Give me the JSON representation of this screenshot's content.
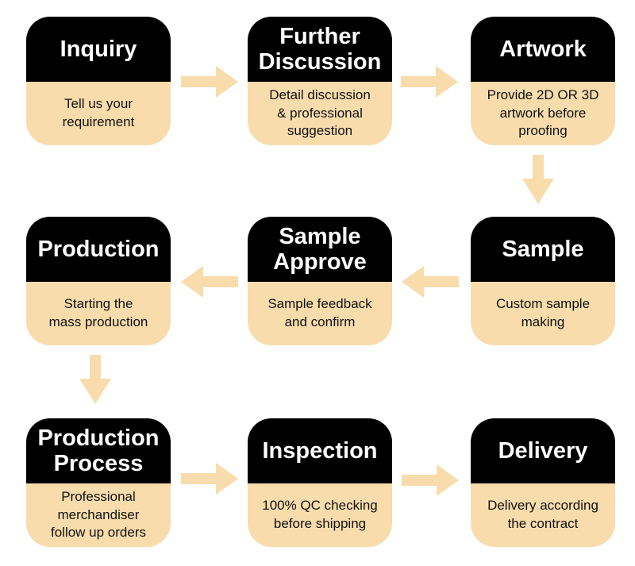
{
  "colors": {
    "card_top": "#000000",
    "card_bottom": "#f8dcac",
    "arrow": "#f8dcac",
    "title_text": "#ffffff",
    "body_text": "#111111",
    "background": "#ffffff"
  },
  "cards": [
    {
      "id": "inquiry",
      "title": "Inquiry",
      "description": "Tell us your\nrequirement"
    },
    {
      "id": "further-discussion",
      "title": "Further\nDiscussion",
      "description": "Detail discussion\n& professional\nsuggestion"
    },
    {
      "id": "artwork",
      "title": "Artwork",
      "description": "Provide 2D OR 3D\nartwork before\nproofing"
    },
    {
      "id": "production",
      "title": "Production",
      "description": "Starting the\nmass production"
    },
    {
      "id": "sample-approve",
      "title": "Sample\nApprove",
      "description": "Sample feedback\nand confirm"
    },
    {
      "id": "sample",
      "title": "Sample",
      "description": "Custom sample\nmaking"
    },
    {
      "id": "production-process",
      "title": "Production\nProcess",
      "description": "Professional\nmerchandiser\nfollow up orders"
    },
    {
      "id": "inspection",
      "title": "Inspection",
      "description": "100% QC checking\nbefore shipping"
    },
    {
      "id": "delivery",
      "title": "Delivery",
      "description": "Delivery according\nthe contract"
    }
  ],
  "arrows": [
    {
      "icon": "arrow-right-icon",
      "direction": "right",
      "from": "inquiry",
      "to": "further-discussion"
    },
    {
      "icon": "arrow-right-icon",
      "direction": "right",
      "from": "further-discussion",
      "to": "artwork"
    },
    {
      "icon": "arrow-down-icon",
      "direction": "down",
      "from": "artwork",
      "to": "sample"
    },
    {
      "icon": "arrow-left-icon",
      "direction": "left",
      "from": "sample",
      "to": "sample-approve"
    },
    {
      "icon": "arrow-left-icon",
      "direction": "left",
      "from": "sample-approve",
      "to": "production"
    },
    {
      "icon": "arrow-down-icon",
      "direction": "down",
      "from": "production",
      "to": "production-process"
    },
    {
      "icon": "arrow-right-icon",
      "direction": "right",
      "from": "production-process",
      "to": "inspection"
    },
    {
      "icon": "arrow-right-icon",
      "direction": "right",
      "from": "inspection",
      "to": "delivery"
    }
  ]
}
